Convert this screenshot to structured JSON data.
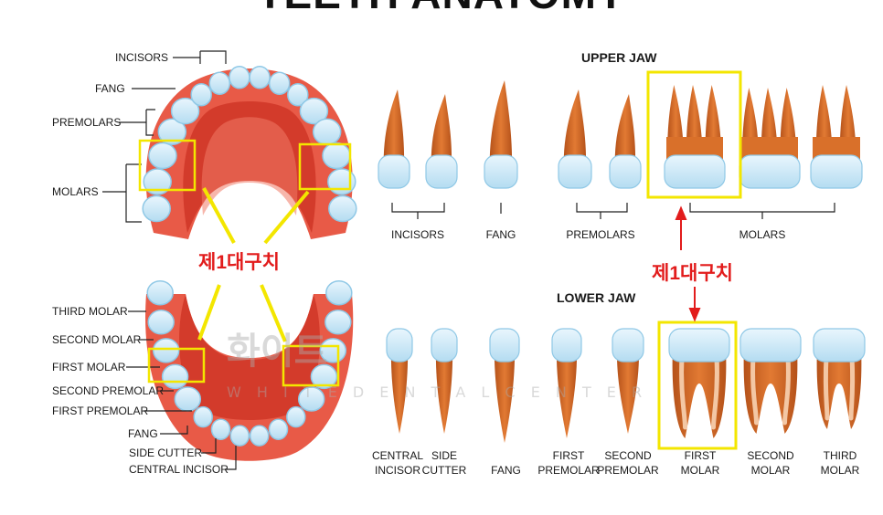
{
  "title": "TEETH ANATOMY",
  "upper_jaw_left": {
    "labels": [
      "INCISORS",
      "FANG",
      "PREMOLARS",
      "MOLARS"
    ]
  },
  "lower_jaw_left": {
    "labels": [
      "THIRD MOLAR",
      "SECOND MOLAR",
      "FIRST MOLAR",
      "SECOND PREMOLAR",
      "FIRST PREMOLAR",
      "FANG",
      "SIDE CUTTER",
      "CENTRAL INCISOR"
    ]
  },
  "first_molar_korean": "제1대구치",
  "upper_jaw": {
    "heading": "UPPER JAW",
    "groups": [
      "INCISORS",
      "FANG",
      "PREMOLARS",
      "MOLARS"
    ]
  },
  "lower_jaw": {
    "heading": "LOWER JAW",
    "teeth": [
      {
        "line1": "CENTRAL",
        "line2": "INCISOR"
      },
      {
        "line1": "SIDE",
        "line2": "CUTTER"
      },
      {
        "line1": "",
        "line2": "FANG"
      },
      {
        "line1": "FIRST",
        "line2": "PREMOLAR"
      },
      {
        "line1": "SECOND",
        "line2": "PREMOLAR"
      },
      {
        "line1": "FIRST",
        "line2": "MOLAR"
      },
      {
        "line1": "SECOND",
        "line2": "MOLAR"
      },
      {
        "line1": "THIRD",
        "line2": "MOLAR"
      }
    ]
  },
  "watermark": {
    "main": "화이트",
    "sub": "W H I T E   D E N T A L   C E N T E R"
  },
  "colors": {
    "gum": "#e85a47",
    "gum_inner": "#d33b2b",
    "tooth": "#cfe9f7",
    "tooth_edge": "#8fc8e6",
    "root": "#d9702a",
    "root_dark": "#b5521a",
    "highlight": "#f3e600",
    "korean_text": "#e21c1c",
    "arrow": "#e21c1c"
  }
}
